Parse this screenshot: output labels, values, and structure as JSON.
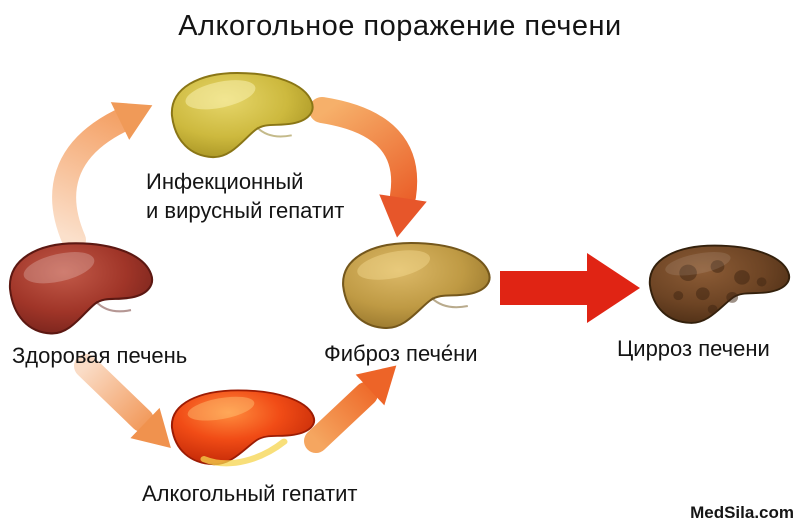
{
  "title": "Алкогольное поражение печени",
  "watermark": "MedSila.com",
  "stages": {
    "healthy": {
      "label": "Здоровая печень"
    },
    "infectious": {
      "line1": "Инфекционный",
      "line2": "и вирусный гепатит"
    },
    "alcoholic": {
      "label": "Алкогольный гепатит"
    },
    "fibrosis": {
      "label": "Фиброз пече́ни"
    },
    "cirrhosis": {
      "label": "Цирроз печени"
    }
  },
  "colors": {
    "arrow_red": "#e02414",
    "arrow_orange": "#f08a4a",
    "healthy_liver": "#a03528",
    "hepatitis_liver": "#cdb93e",
    "alcoholic_liver": "#f14c16",
    "fibrosis_liver": "#bf9a44",
    "cirrhosis_liver": "#6d4424"
  }
}
